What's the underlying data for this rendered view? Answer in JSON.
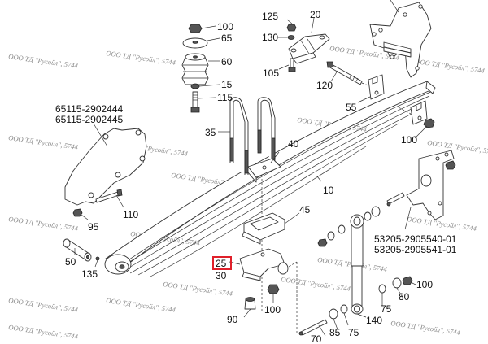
{
  "diagram": {
    "title": "Leaf spring suspension exploded view",
    "highlight_color": "#e0202a",
    "highlighted_callout": "25",
    "watermark": "ООО ТД \"Русойл\", 5744",
    "callouts": {
      "c100a": "100",
      "c65": "65",
      "c60": "60",
      "c15": "15",
      "c115": "115",
      "c125": "125",
      "c20": "20",
      "c130": "130",
      "c105": "105",
      "c120": "120",
      "c55": "55",
      "c100b": "100",
      "c35": "35",
      "c40": "40",
      "c10": "10",
      "c110": "110",
      "c95": "95",
      "c50": "50",
      "c135": "135",
      "c45": "45",
      "c25": "25",
      "c30": "30",
      "c90": "90",
      "c100c": "100",
      "c100d": "100",
      "c80": "80",
      "c75a": "75",
      "c140": "140",
      "c75b": "75",
      "c85": "85",
      "c70": "70"
    },
    "part_numbers": {
      "left_bracket_1": "65115-2902444",
      "left_bracket_2": "65115-2902445",
      "right_bracket_1": "53205-2905540-01",
      "right_bracket_2": "53205-2905541-01"
    }
  }
}
